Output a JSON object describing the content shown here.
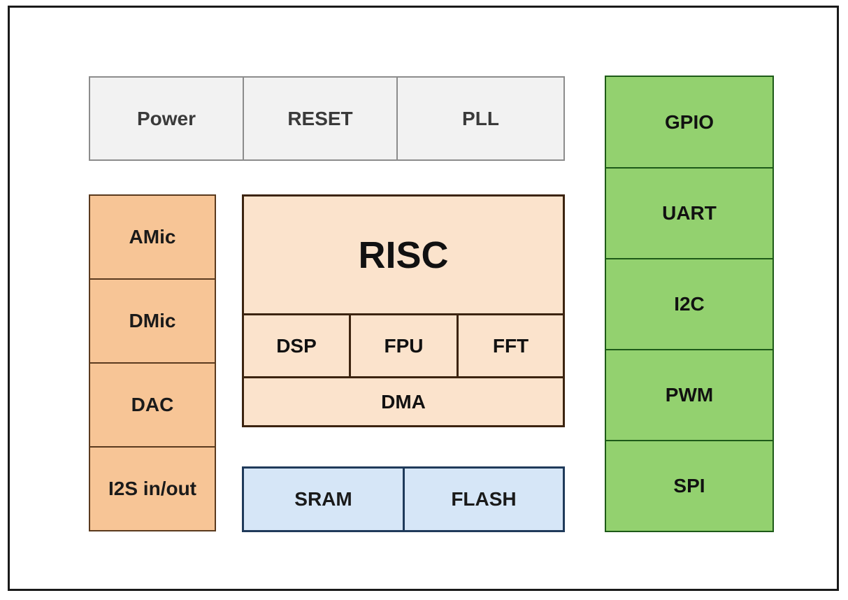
{
  "system_blocks": {
    "power": "Power",
    "reset": "RESET",
    "pll": "PLL"
  },
  "audio_blocks": {
    "amic": "AMic",
    "dmic": "DMic",
    "dac": "DAC",
    "i2s": "I2S in/out"
  },
  "core": {
    "risc": "RISC",
    "dsp": "DSP",
    "fpu": "FPU",
    "fft": "FFT",
    "dma": "DMA"
  },
  "memory": {
    "sram": "SRAM",
    "flash": "FLASH"
  },
  "peripherals": {
    "gpio": "GPIO",
    "uart": "UART",
    "i2c": "I2C",
    "pwm": "PWM",
    "spi": "SPI"
  },
  "colors": {
    "system": "#f2f2f2",
    "audio": "#f7c596",
    "core": "#fbe3cc",
    "memory": "#d6e6f7",
    "peripherals": "#93d16f"
  }
}
